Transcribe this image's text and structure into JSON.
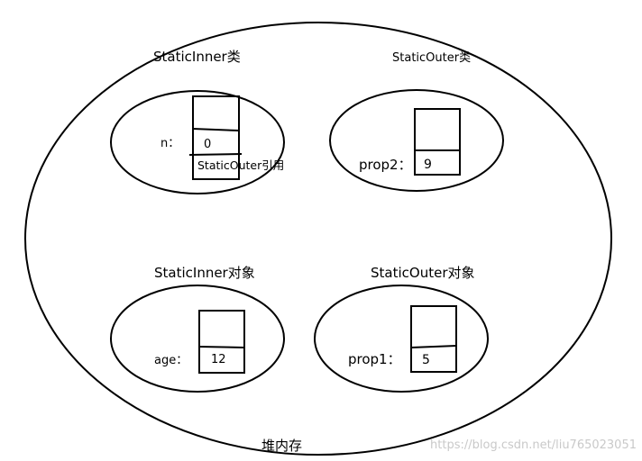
{
  "colors": {
    "stroke": "#000000",
    "text": "#000000",
    "watermark": "#c9c9c9",
    "background": "#ffffff"
  },
  "heap": {
    "label": "堆内存"
  },
  "static_inner_class": {
    "title": "StaticInner类",
    "field_label": "n：",
    "field_value": "0",
    "reference_label": "StaticOuter引用"
  },
  "static_outer_class": {
    "title": "StaticOuter类",
    "field_label": "prop2：",
    "field_value": "9"
  },
  "static_inner_object": {
    "title": "StaticInner对象",
    "field_label": "age：",
    "field_value": "12"
  },
  "static_outer_object": {
    "title": "StaticOuter对象",
    "field_label": "prop1：",
    "field_value": "5"
  },
  "watermark": {
    "text": "https://blog.csdn.net/liu765023051"
  }
}
